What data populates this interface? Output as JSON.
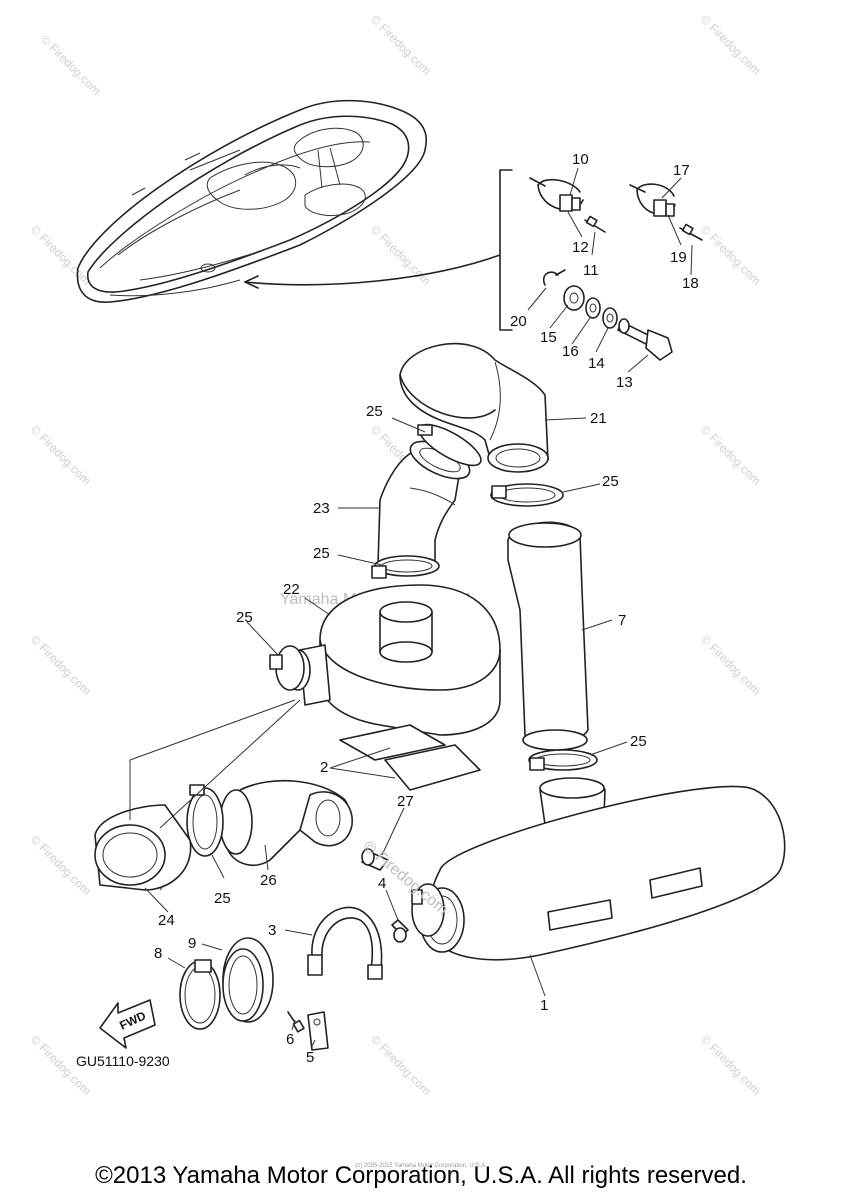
{
  "diagram": {
    "diagram_code": "GU51110-9230",
    "center_watermark": "Yamaha Motor Corp, U.S.A.",
    "side_watermark": "© Firedog.com",
    "fwd_label": "FWD",
    "tile_watermark": "© Firedog.com",
    "callouts": [
      "1",
      "2",
      "3",
      "4",
      "5",
      "6",
      "7",
      "8",
      "9",
      "10",
      "11",
      "12",
      "13",
      "14",
      "15",
      "16",
      "17",
      "18",
      "19",
      "20",
      "21",
      "22",
      "23",
      "24",
      "25",
      "25",
      "25",
      "25",
      "25",
      "25",
      "26",
      "27"
    ]
  },
  "footer": {
    "copyright": "©2013 Yamaha Motor Corporation, U.S.A. All rights reserved.",
    "small_print": "(c) 2005-2015 Yamaha Motor Corporation, U.S.A."
  }
}
